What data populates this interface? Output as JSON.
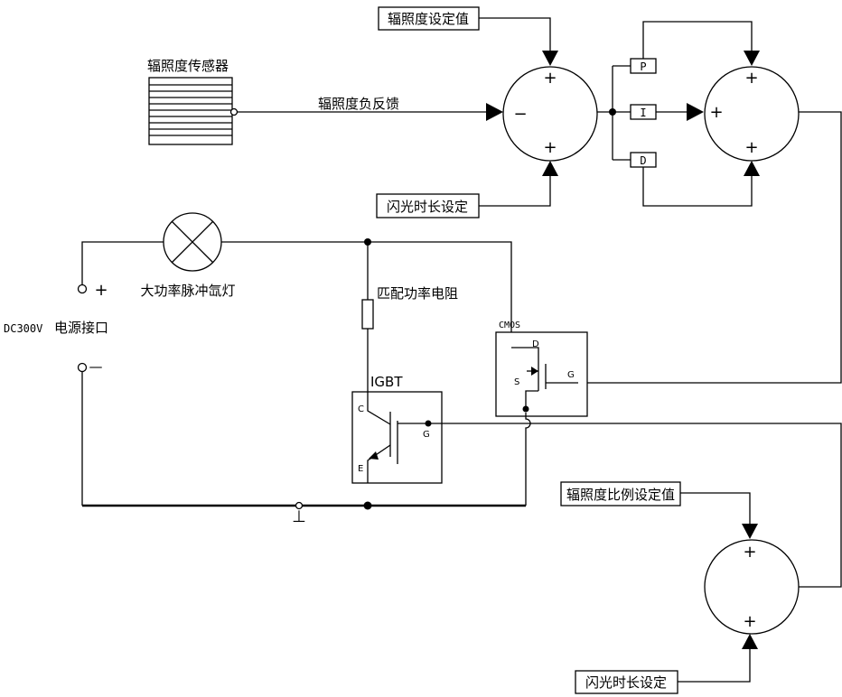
{
  "labels": {
    "irradiance_setpoint": "辐照度设定值",
    "irradiance_sensor": "辐照度传感器",
    "irradiance_feedback": "辐照度负反馈",
    "flash_duration_top": "闪光时长设定",
    "lamp": "大功率脉冲氙灯",
    "matching_resistor": "匹配功率电阻",
    "power_voltage": "DC300V",
    "power_interface": "电源接口",
    "igbt": "IGBT",
    "cmos": "CMOS",
    "ratio_setpoint": "辐照度比例设定值",
    "flash_duration_bottom": "闪光时长设定"
  },
  "pid": {
    "p": "P",
    "i": "I",
    "d": "D"
  },
  "pins": {
    "collector": "C",
    "emitter": "E",
    "igbt_gate": "G",
    "drain": "D",
    "source": "S",
    "cmos_gate": "G"
  },
  "signs": {
    "plus": "+",
    "minus": "−",
    "terminal_plus": "+",
    "terminal_minus": "—",
    "ground": "⊥"
  }
}
